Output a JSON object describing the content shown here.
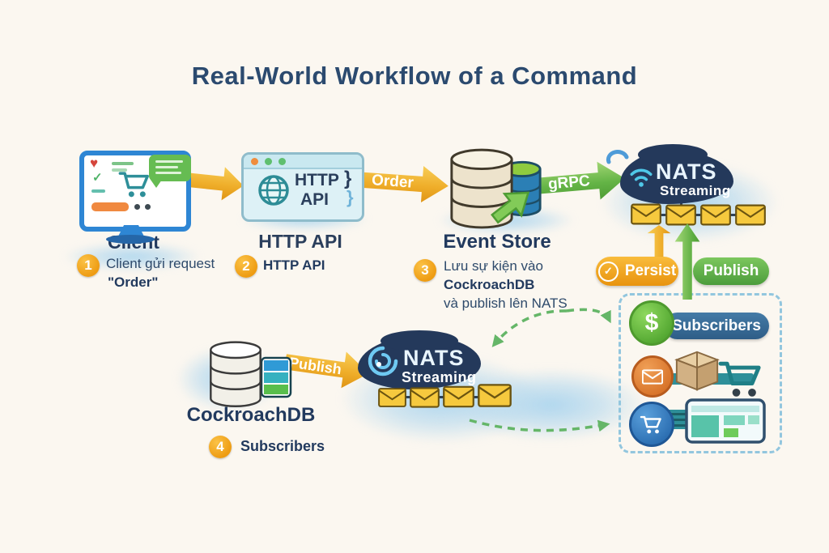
{
  "title": "Real-World Workflow of a Command",
  "nodes": {
    "client": {
      "label": "Client"
    },
    "http_api": {
      "label": "HTTP API",
      "window_text_top": "HTTP",
      "window_text_bottom": "API",
      "brace_top": "}",
      "brace_bottom": "}"
    },
    "event_store": {
      "label": "Event Store"
    },
    "nats_top": {
      "title": "NATS",
      "subtitle": "Streaming"
    },
    "nats_bottom": {
      "title": "NATS",
      "subtitle": "Streaming"
    },
    "cockroachdb": {
      "label": "CockroachDB"
    }
  },
  "arrows": {
    "order_label": "Order",
    "grpc_label": "gRPC",
    "persist_label": "Persist",
    "publish_top_label": "Publish",
    "publish_bottom_label": "Publish"
  },
  "subscribers": {
    "label": "Subscribers",
    "dollar_glyph": "$"
  },
  "steps": {
    "s1": {
      "num": "1",
      "line1": "Client gửi request",
      "line2": "\"Order\""
    },
    "s2": {
      "num": "2",
      "line1": "HTTP API"
    },
    "s3": {
      "num": "3",
      "line1": "Lưu sự kiện vào",
      "line2": "CockroachDB",
      "line3": "và publish lên NATS"
    },
    "s4": {
      "num": "4",
      "line1": "Subscribers"
    }
  },
  "glyphs": {
    "check": "✓",
    "heart": "♥"
  },
  "colors": {
    "background": "#FBF7F0",
    "title_navy": "#2B4A6F",
    "arrow_gold": "#F0A92B",
    "arrow_green": "#5FB04B",
    "nats_navy": "#24395B",
    "subscriber_blue": "#3A6B91",
    "badge_yellow": "#F2A71B"
  }
}
